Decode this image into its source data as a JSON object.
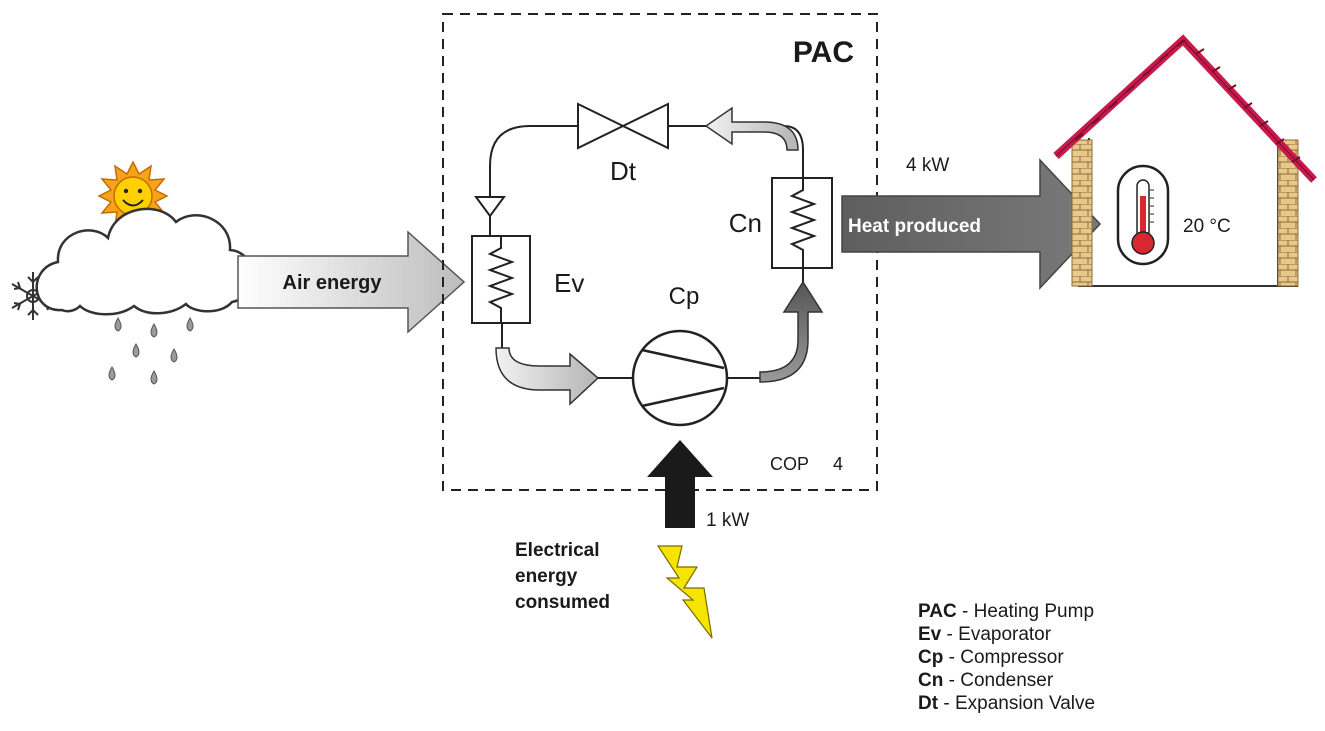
{
  "diagram": {
    "title": "PAC",
    "components": {
      "evaporator": "Ev",
      "compressor": "Cp",
      "condenser": "Cn",
      "expansion_valve": "Dt"
    },
    "flows": {
      "air_energy": "Air energy",
      "heat_produced": "Heat produced",
      "heat_power": "4 kW",
      "electrical_power": "1 kW",
      "electrical_label": [
        "Electrical",
        "energy",
        "consumed"
      ]
    },
    "cop_label": "COP",
    "cop_value": "4",
    "temperature": "20 °C"
  },
  "legend": [
    {
      "abbr": "PAC",
      "sep": " - ",
      "text": "Heating Pump"
    },
    {
      "abbr": "Ev",
      "sep": " - ",
      "text": "Evaporator"
    },
    {
      "abbr": "Cp",
      "sep": " - ",
      "text": "Compressor"
    },
    {
      "abbr": "Cn",
      "sep": " - ",
      "text": "Condenser"
    },
    {
      "abbr": "Dt",
      "sep": " - ",
      "text": "Expansion Valve"
    }
  ],
  "colors": {
    "air_arrow": "#c8c8c8",
    "heat_arrow": "#6e6e6e",
    "electric_arrow": "#1a1a1a",
    "roof": "#c8194b",
    "brick": "#e8c98a",
    "sun": "#f7a21b",
    "lightning": "#f5e400",
    "thermometer": "#d7282f"
  }
}
